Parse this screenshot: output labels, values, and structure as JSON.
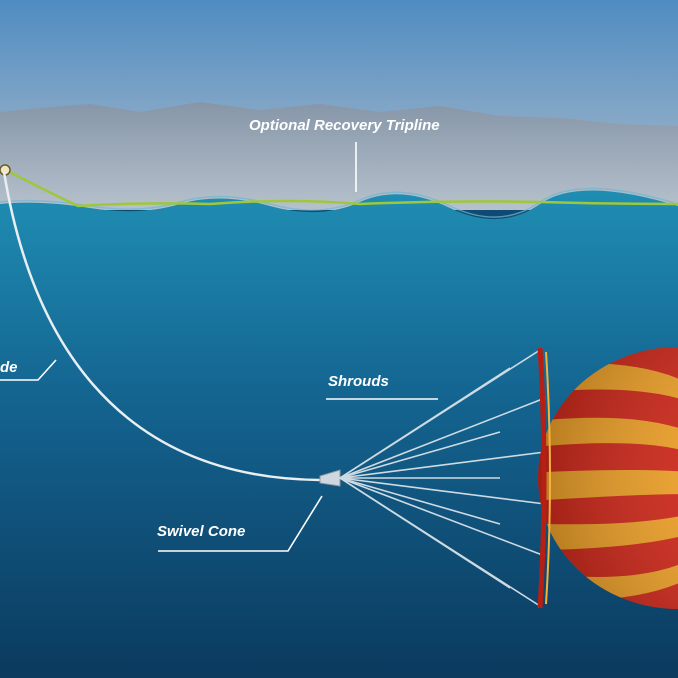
{
  "labels": {
    "tripline": "Optional Recovery Tripline",
    "rode": "de",
    "shrouds": "Shrouds",
    "swivel": "Swivel Cone"
  },
  "colors": {
    "sky_top": "#5a93c4",
    "sky_bottom": "#a8b7c6",
    "mountain": "#7f8fa2",
    "sea_top": "#1d86ad",
    "sea_bottom": "#0c3e63",
    "tripline": "#9ec83a",
    "chute_red": "#d42a1c",
    "chute_yellow": "#f4a52a",
    "line": "#e8eef2"
  }
}
